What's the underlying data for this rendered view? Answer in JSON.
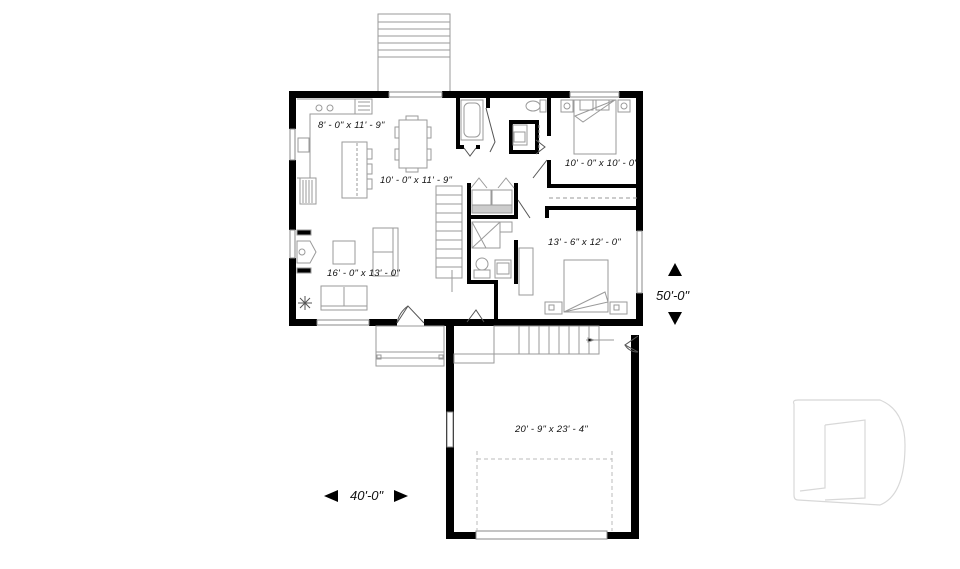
{
  "plan": {
    "rooms": [
      {
        "name": "kitchen",
        "dimensions": "8' - 0\" x 11' - 9\""
      },
      {
        "name": "dining",
        "dimensions": "10' - 0\" x 11' - 9\""
      },
      {
        "name": "living",
        "dimensions": "16' - 0\" x 13' - 0\""
      },
      {
        "name": "bedroom-2",
        "dimensions": "10' - 0\" x 10' - 0\""
      },
      {
        "name": "primary-bedroom",
        "dimensions": "13' - 6\" x 12' - 0\""
      },
      {
        "name": "garage",
        "dimensions": "20' - 9\" x 23' - 4\""
      }
    ],
    "overall_dimensions": {
      "width": "40'-0\"",
      "depth": "50'-0\""
    }
  },
  "colors": {
    "wall": "#000000",
    "fixture": "#9a9a9a",
    "watermark": "#d8d8d8"
  },
  "icons": {
    "depth_up": "triangle-up",
    "depth_down": "triangle-down",
    "width_left": "triangle-left",
    "width_right": "triangle-right",
    "watermark": "drummond-logo"
  }
}
